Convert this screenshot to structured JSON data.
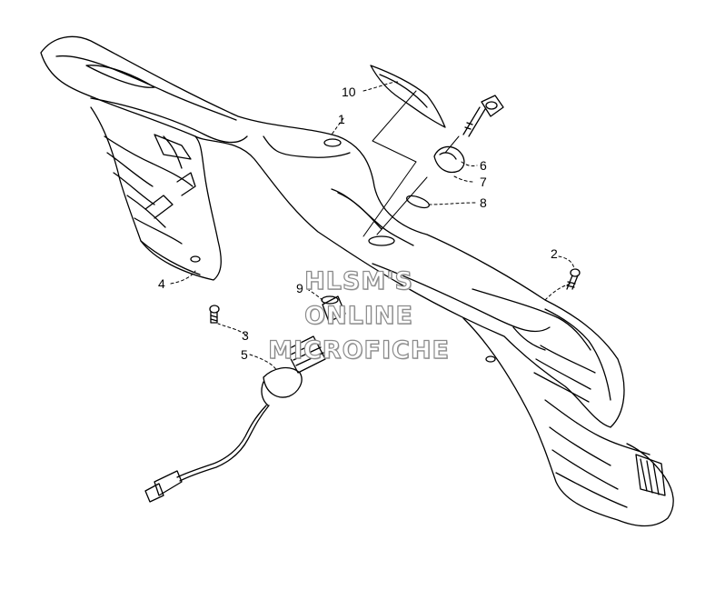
{
  "callouts": {
    "c1": "1",
    "c2": "2",
    "c3": "3",
    "c4": "4",
    "c5": "5",
    "c6": "6",
    "c7": "7",
    "c8": "8",
    "c9": "9",
    "c10": "10"
  },
  "watermark": {
    "line1": "HLSM'S",
    "line2": "ONLINE",
    "line3": "MICROFICHE"
  },
  "colors": {
    "line": "#000000",
    "watermark_outline": "#8a8a8a",
    "background": "#ffffff"
  }
}
